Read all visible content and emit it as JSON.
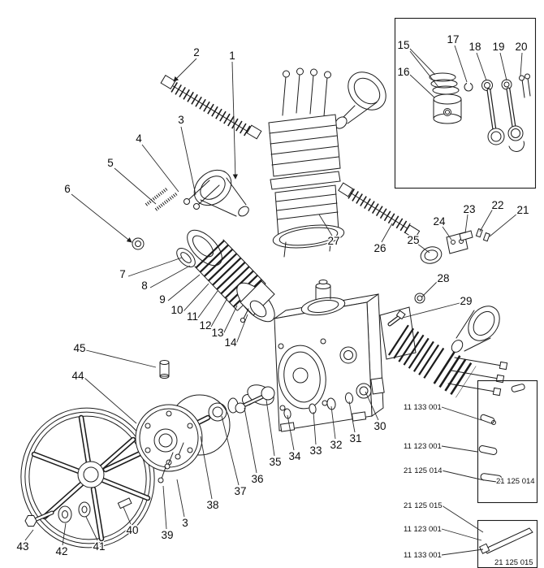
{
  "callouts": {
    "c1": "1",
    "c2": "2",
    "c3": "3",
    "c4": "4",
    "c5": "5",
    "c6": "6",
    "c7": "7",
    "c8": "8",
    "c9": "9",
    "c10": "10",
    "c11": "11",
    "c12": "12",
    "c13": "13",
    "c14": "14",
    "c15": "15",
    "c16": "16",
    "c17": "17",
    "c18": "18",
    "c19": "19",
    "c20": "20",
    "c21": "21",
    "c22": "22",
    "c23": "23",
    "c24": "24",
    "c25": "25",
    "c26": "26",
    "c27": "27",
    "c28": "28",
    "c29": "29",
    "c30": "30",
    "c31": "31",
    "c32": "32",
    "c33": "33",
    "c34": "34",
    "c35": "35",
    "c36": "36",
    "c37": "37",
    "c38": "38",
    "c3b": "3",
    "c39": "39",
    "c40": "40",
    "c41": "41",
    "c42": "42",
    "c43": "43",
    "c44": "44",
    "c45": "45"
  },
  "part_labels": {
    "pn1": "11 133 001",
    "pn2": "11 123 001",
    "pn3": "21 125 014",
    "pn4": "21 125 014",
    "pn5": "21 125 015",
    "pn6": "11 123 001",
    "pn7": "11 133 001",
    "pn8": "21 125 015"
  }
}
